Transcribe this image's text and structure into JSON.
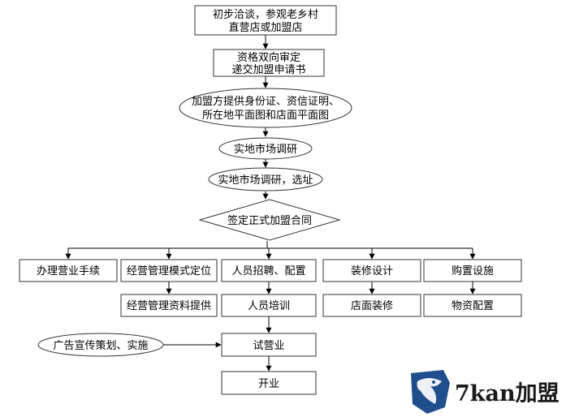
{
  "flowchart": {
    "steps": {
      "s1_line1": "初步洽谈，参观老乡村",
      "s1_line2": "直营店或加盟店",
      "s2_line1": "资格双向审定",
      "s2_line2": "递交加盟申请书",
      "s3_line1": "加盟方提供身份证、资信证明、",
      "s3_line2": "所在地平面图和店面平面图",
      "s4": "实地市场调研",
      "s5": "实地市场调研，选址",
      "s6": "签定正式加盟合同",
      "b1": "办理营业手续",
      "b2": "经营管理模式定位",
      "b3": "人员招聘、配置",
      "b4": "装修设计",
      "b5": "购置设施",
      "c2": "经营管理资料提供",
      "c3": "人员培训",
      "c4": "店面装修",
      "c5": "物资配置",
      "ad": "广告宣传策划、实施",
      "trial": "试营业",
      "open": "开业"
    }
  },
  "logo": {
    "text": "7kan加盟",
    "accent_color": "#1e4f8c"
  }
}
